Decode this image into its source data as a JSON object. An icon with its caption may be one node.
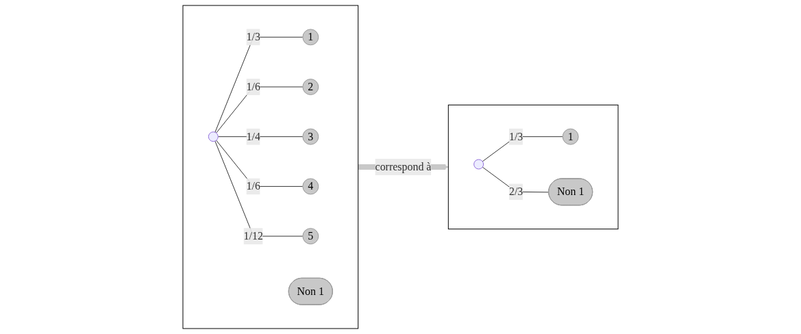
{
  "diagram": {
    "nodes": [
      {
        "text": [],
        "shape": "box"
      },
      {
        "text": [],
        "shape": "point",
        "in": 0
      },
      {
        "text": [
          "1"
        ],
        "in": 0
      },
      {
        "text": [
          "2"
        ],
        "in": 0
      },
      {
        "text": [
          "3"
        ],
        "in": 0
      },
      {
        "text": [
          "4"
        ],
        "in": 0
      },
      {
        "text": [
          "5"
        ],
        "in": 0
      },
      {
        "text": [
          "Non 1"
        ],
        "in": 0
      },
      {
        "text": [],
        "shape": "box"
      },
      {
        "text": [],
        "shape": "point",
        "in": 8
      },
      {
        "text": [
          "1"
        ],
        "in": 8
      },
      {
        "text": [
          "Non 1"
        ],
        "in": 8
      }
    ],
    "edges": [
      {
        "from": 1,
        "to": 2,
        "arrow": "none",
        "label": "1/3"
      },
      {
        "from": 1,
        "to": 3,
        "arrow": "none",
        "label": "1/6"
      },
      {
        "from": 1,
        "to": 4,
        "arrow": "none",
        "label": "1/4"
      },
      {
        "from": 1,
        "to": 5,
        "arrow": "none",
        "label": "1/6"
      },
      {
        "from": 1,
        "to": 6,
        "arrow": "none",
        "label": "1/12"
      },
      {
        "from": 0,
        "to": 8,
        "arrow": "to",
        "label": "correspond à",
        "style": "thick",
        "color": "#c8c8c8"
      },
      {
        "from": 9,
        "to": 10,
        "arrow": "none",
        "label": "1/3"
      },
      {
        "from": 9,
        "to": 11,
        "arrow": "none",
        "label": "2/3"
      }
    ]
  }
}
